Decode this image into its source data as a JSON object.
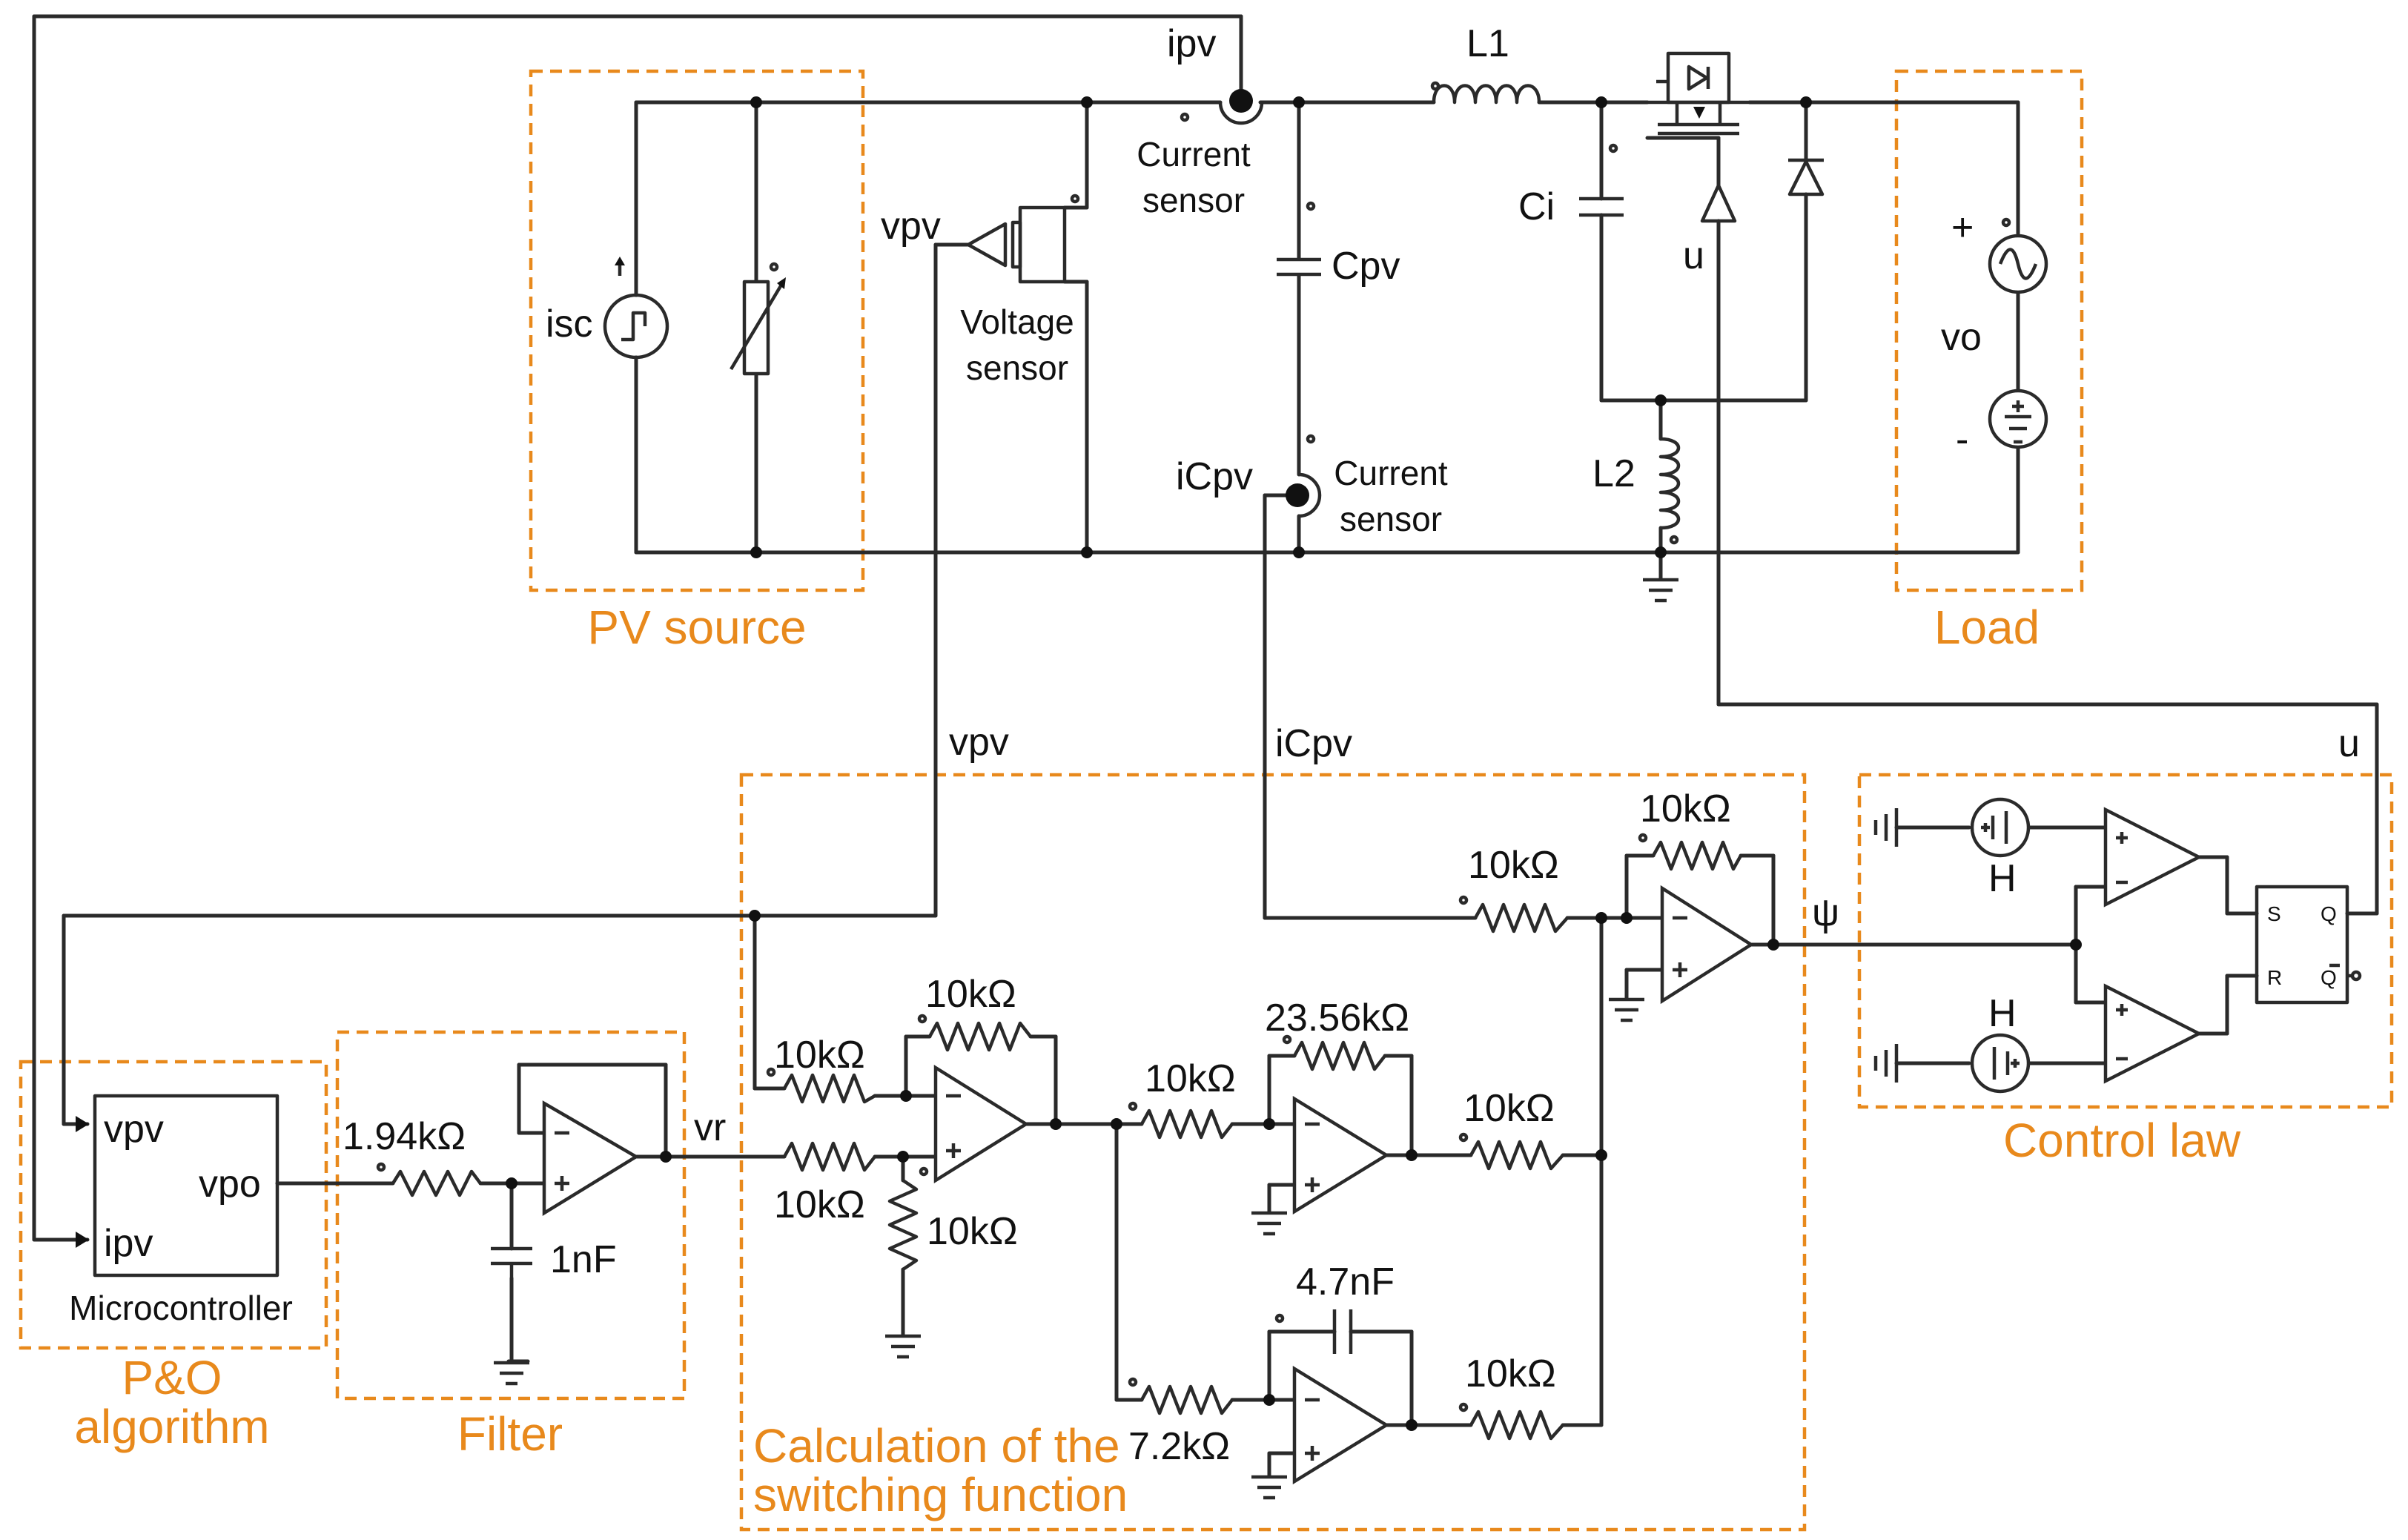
{
  "blocks": {
    "pv_source": "PV source",
    "load": "Load",
    "po_algorithm_line1": "P&O",
    "po_algorithm_line2": "algorithm",
    "filter": "Filter",
    "switching_line1": "Calculation of the",
    "switching_line2": "switching function",
    "control_law": "Control law"
  },
  "power_stage": {
    "isc": "isc",
    "ipv_top": "ipv",
    "current_sensor_1_line1": "Current",
    "current_sensor_1_line2": "sensor",
    "vpv_sensor_out": "vpv",
    "voltage_sensor_line1": "Voltage",
    "voltage_sensor_line2": "sensor",
    "cpv": "Cpv",
    "icpv": "iCpv",
    "current_sensor_2_line1": "Current",
    "current_sensor_2_line2": "sensor",
    "l1": "L1",
    "ci": "Ci",
    "u_gate": "u",
    "l2": "L2",
    "vo": "vo",
    "plus": "+",
    "minus": "-"
  },
  "signals": {
    "vpv": "vpv",
    "icpv": "iCpv",
    "u": "u",
    "vr": "vr",
    "psi": "ψ"
  },
  "microcontroller": {
    "title": "Microcontroller",
    "in_vpv": "vpv",
    "in_ipv": "ipv",
    "out_vpo": "vpo"
  },
  "filter": {
    "r": "1.94kΩ",
    "c": "1nF"
  },
  "switching": {
    "r_in_top": "10kΩ",
    "r_fb_1": "10kΩ",
    "r_in_bottom": "10kΩ",
    "r_gnd": "10kΩ",
    "r_in_2": "10kΩ",
    "r_fb_2": "23.56kΩ",
    "r_out_2": "10kΩ",
    "r_in_3": "7.2kΩ",
    "c_fb_3": "4.7nF",
    "r_out_3": "10kΩ",
    "r_icpv": "10kΩ",
    "r_fb_sum": "10kΩ"
  },
  "control_law": {
    "h_top": "H",
    "h_bottom": "H",
    "ff_s": "S",
    "ff_q": "Q",
    "ff_r": "R",
    "ff_qbar": "Q"
  }
}
